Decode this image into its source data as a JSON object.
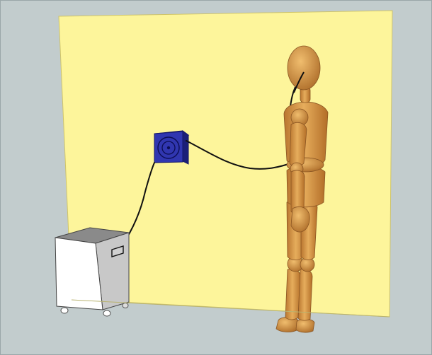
{
  "scene": {
    "colors": {
      "background": "#c2cccd",
      "wall": "#fdf59b",
      "wall_edge": "#d9cf6a",
      "device_box": "#2a2f9e",
      "cabinet_front": "#ffffff",
      "cabinet_side": "#c9c9c9",
      "cabinet_top": "#8a8a8a",
      "cable": "#111111",
      "mannequin": "#d89a44",
      "mannequin_shadow": "#a8692a"
    },
    "objects": [
      "yellow-wall-panel",
      "wall-mounted-speaker-box",
      "floor-cabinet-on-casters",
      "wooden-mannequin-figure",
      "connecting-cables"
    ]
  }
}
